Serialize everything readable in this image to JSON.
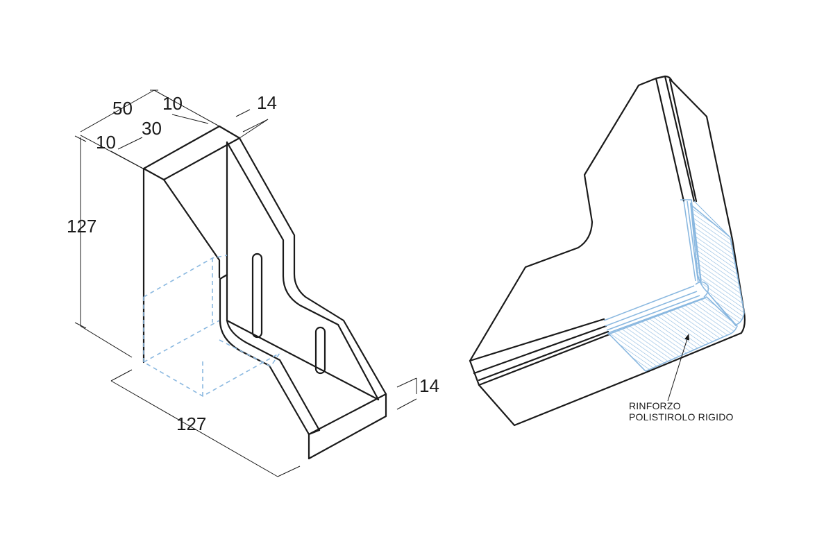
{
  "dimensions": {
    "height_left": "127",
    "width_50": "50",
    "top_10": "10",
    "flange_14_top": "14",
    "inner_30": "30",
    "left_10": "10",
    "base_127": "127",
    "base_14": "14"
  },
  "note": {
    "line1": "RINFORZO",
    "line2": "POLISTIROLO RIGIDO"
  },
  "colors": {
    "line": "#1a1a1a",
    "accent": "#8ab8e0"
  }
}
